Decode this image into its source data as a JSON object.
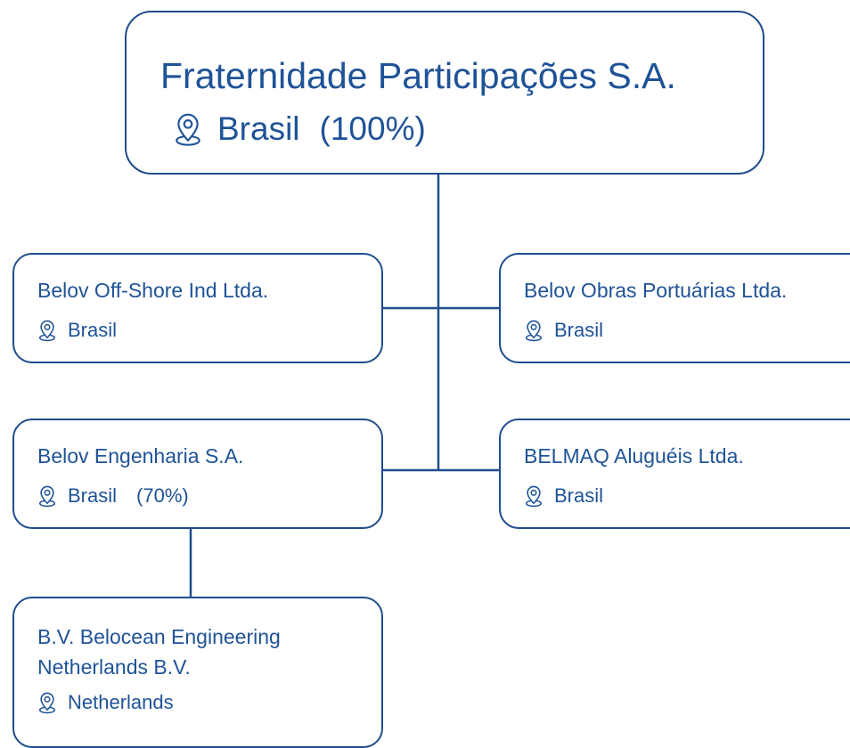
{
  "colors": {
    "line": "#1f4d8c",
    "text": "#1f5397",
    "background": "#ffffff"
  },
  "icon": "location-pin-icon",
  "root": {
    "name": "Fraternidade Participações S.A.",
    "location": "Brasil",
    "share": "(100%)"
  },
  "subsidiaries": [
    {
      "name": "Belov Off-Shore Ind Ltda.",
      "location": "Brasil"
    },
    {
      "name": "Belov Obras Portuárias Ltda.",
      "location": "Brasil"
    },
    {
      "name": "Belov Engenharia S.A.",
      "location": "Brasil",
      "share": "(70%)"
    },
    {
      "name": "BELMAQ Aluguéis Ltda.",
      "location": "Brasil"
    }
  ],
  "grandchild": {
    "name_line1": "B.V. Belocean Engineering",
    "name_line2": "Netherlands B.V.",
    "location": "Netherlands"
  }
}
